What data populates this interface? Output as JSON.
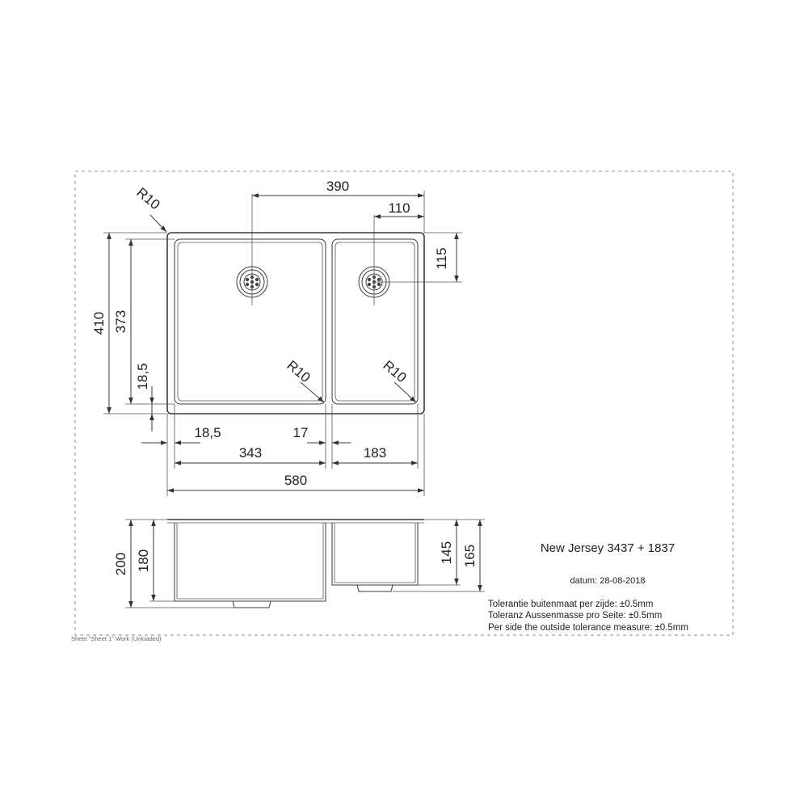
{
  "dimensions": {
    "top_390": "390",
    "top_110": "110",
    "right_115": "115",
    "left_410": "410",
    "left_373": "373",
    "left_18_5": "18,5",
    "bottom_18_5": "18,5",
    "bottom_17": "17",
    "bottom_343": "343",
    "bottom_183": "183",
    "bottom_580": "580",
    "radius_top_left": "R10",
    "radius_main_bowl": "R10",
    "radius_small_bowl": "R10",
    "side_200": "200",
    "side_180": "180",
    "side_145": "145",
    "side_165": "165"
  },
  "title_block": {
    "product": "New Jersey 3437 + 1837",
    "date": "datum: 28-08-2018",
    "tolerance_nl": "Tolerantie buitenmaat per zijde: ±0.5mm",
    "tolerance_de": "Toleranz Aussenmasse pro Seite: ±0.5mm",
    "tolerance_en": "Per side the outside tolerance measure: ±0.5mm"
  },
  "sheet_label": "Sheet \"Sheet 1\" Work (Unloaded)"
}
